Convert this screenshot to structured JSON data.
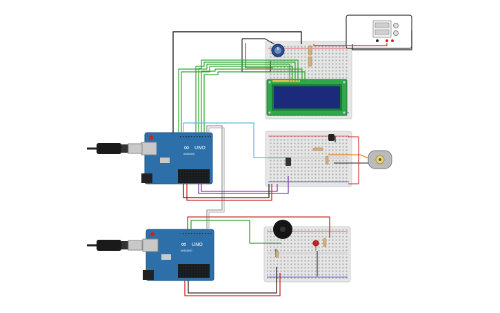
{
  "boards": {
    "top": {
      "logo": "∞",
      "model": "UNO",
      "brand": "ARDUINO"
    },
    "bottom": {
      "logo": "∞",
      "model": "UNO",
      "brand": "ARDUINO"
    }
  },
  "colors": {
    "board": "#2d6fa8",
    "board_edge": "#1e5585",
    "breadboard": "#e6e6e6",
    "lcd_pcb": "#2ea84a",
    "lcd_screen": "#1b2a7a",
    "wire_green": "#2aa52a",
    "wire_black": "#222222",
    "wire_red": "#cc2222",
    "wire_cyan": "#5bb8d6",
    "wire_purple": "#7a3aa8",
    "wire_orange": "#e08a1e",
    "wire_gray": "#888888"
  },
  "icons": {
    "usb_top": "usb-plug-icon",
    "usb_bottom": "usb-plug-icon",
    "potentiometer": "potentiometer-icon",
    "motor": "dc-motor-icon",
    "buzzer": "piezo-buzzer-icon",
    "led": "red-led-icon",
    "power_supply": "power-supply-icon"
  }
}
